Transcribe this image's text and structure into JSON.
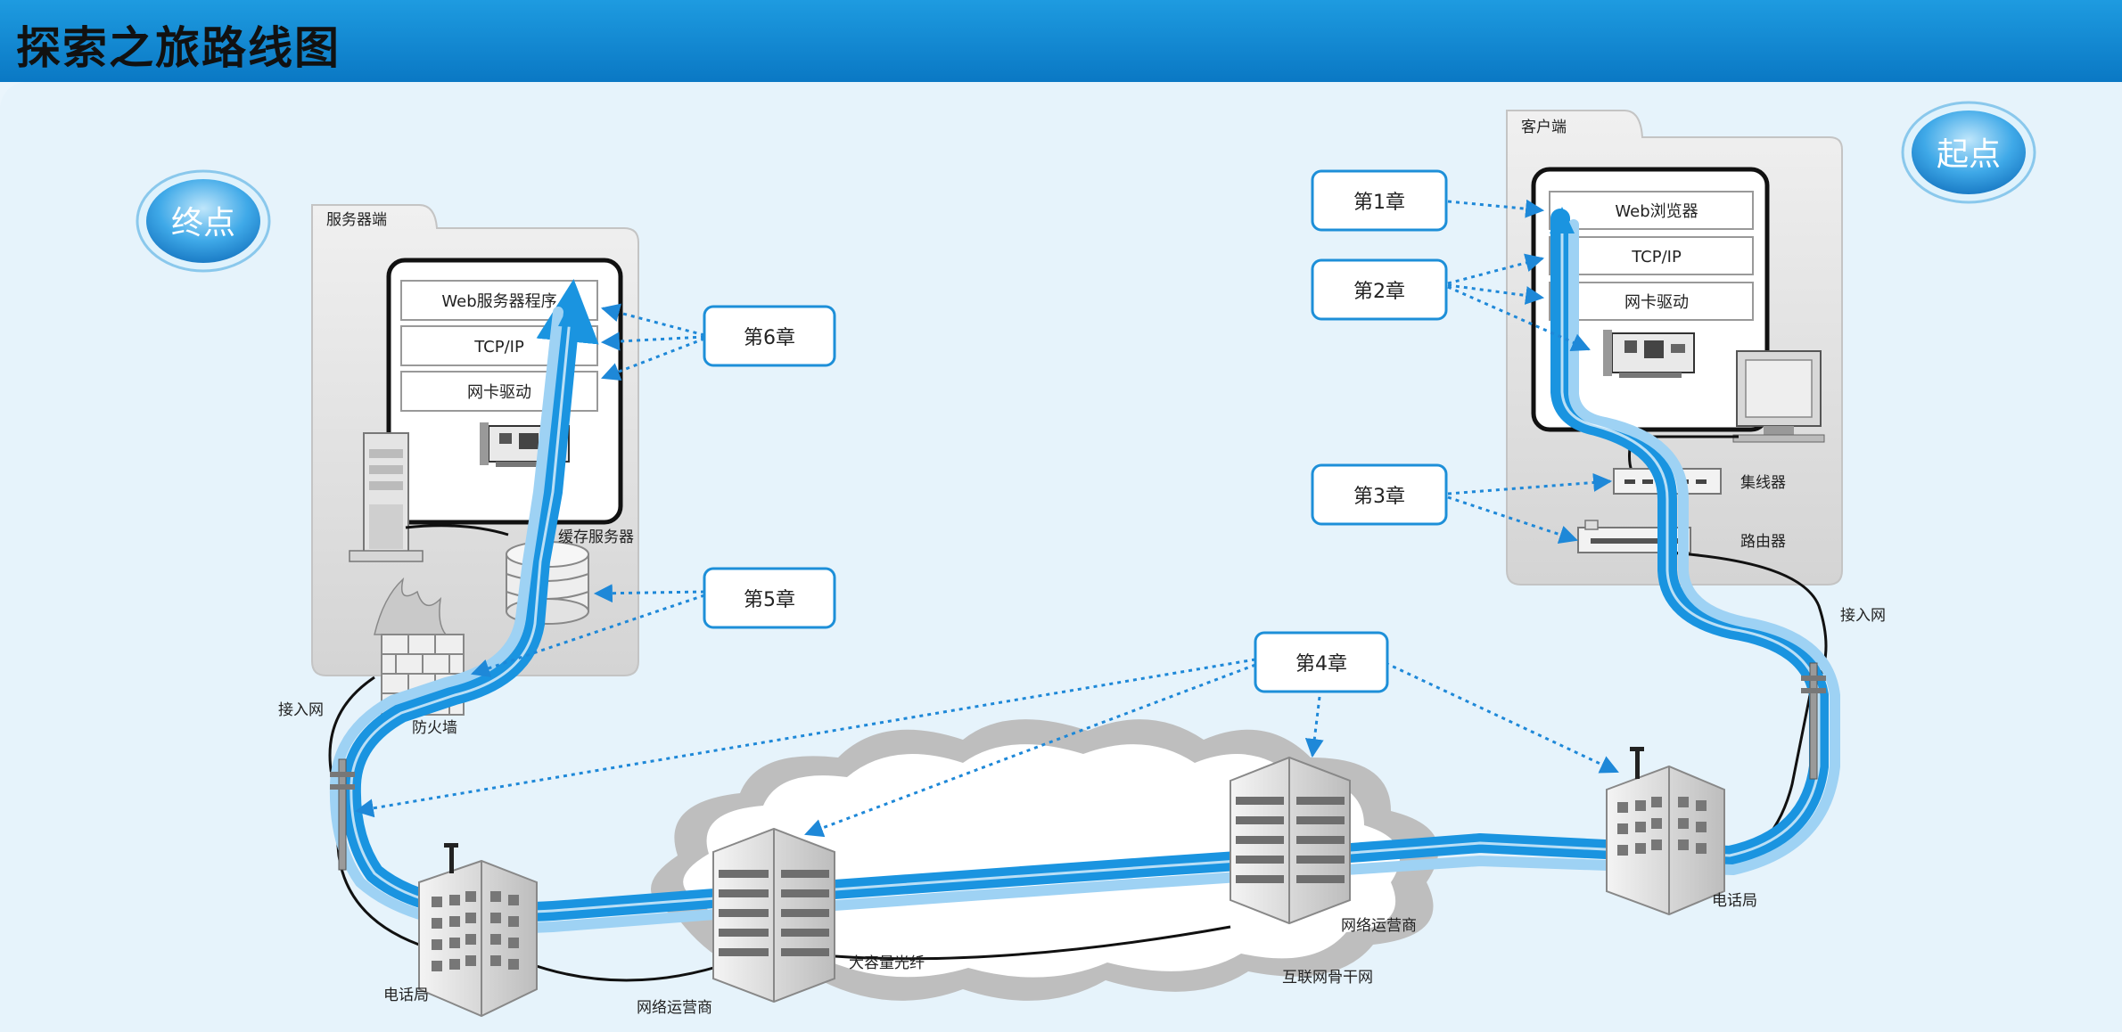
{
  "title": "探索之旅路线图",
  "endpoint_badge": "终点",
  "startpoint_badge": "起点",
  "server": {
    "panel_label": "服务器端",
    "layers": [
      "Web服务器程序",
      "TCP/IP",
      "网卡驱动"
    ],
    "cache_label": "缓存服务器",
    "firewall_label": "防火墙",
    "access_label": "接入网",
    "office_label": "电话局"
  },
  "client": {
    "panel_label": "客户端",
    "layers": [
      "Web浏览器",
      "TCP/IP",
      "网卡驱动"
    ],
    "hub_label": "集线器",
    "router_label": "路由器",
    "access_label": "接入网",
    "office_label": "电话局"
  },
  "chapters": {
    "ch1": "第1章",
    "ch2": "第2章",
    "ch3": "第3章",
    "ch4": "第4章",
    "ch5": "第5章",
    "ch6": "第6章"
  },
  "backbone": {
    "isp_left": "网络运营商",
    "isp_right": "网络运营商",
    "fiber": "大容量光纤",
    "internet_backbone": "互联网骨干网"
  },
  "colors": {
    "title_bar": "#0f86d2",
    "background": "#e6f3fb",
    "path_dark": "#1a94e0",
    "path_light": "#9ed2f4",
    "chapter_border": "#1d8fd8",
    "arrow_dotted": "#1e88d8"
  }
}
